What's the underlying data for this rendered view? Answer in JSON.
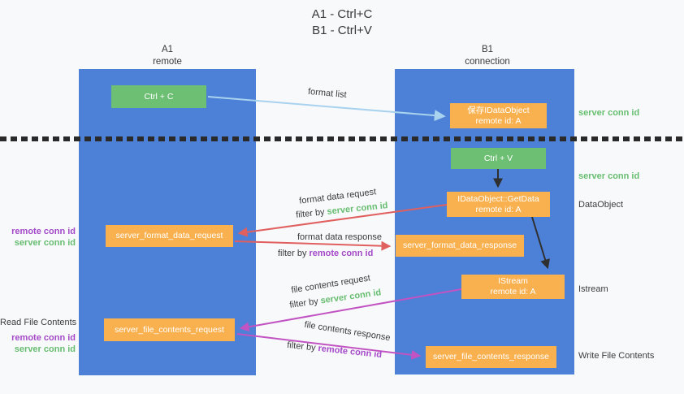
{
  "title": {
    "line1": "A1 - Ctrl+C",
    "line2": "B1 - Ctrl+V"
  },
  "lanes": {
    "left": {
      "title": "A1",
      "subtitle": "remote"
    },
    "right": {
      "title": "B1",
      "subtitle": "connection"
    }
  },
  "nodes": {
    "ctrl_c": {
      "label": "Ctrl + C"
    },
    "save_dataobject": {
      "line1": "保存IDataObject",
      "line2": "remote id: A"
    },
    "ctrl_v": {
      "label": "Ctrl + V"
    },
    "getdata": {
      "line1": "IDataObject::GetData",
      "line2": "remote id: A"
    },
    "server_format_data_request": {
      "label": "server_format_data_request"
    },
    "server_format_data_response": {
      "label": "server_format_data_response"
    },
    "istream": {
      "line1": "IStream",
      "line2": "remote id: A"
    },
    "server_file_contents_request": {
      "label": "server_file_contents_request"
    },
    "server_file_contents_response": {
      "label": "server_file_contents_response"
    }
  },
  "edges": {
    "format_list": {
      "label": "format list"
    },
    "format_data_request": {
      "label": "format data request",
      "filter_prefix": "filter by",
      "filter_key": "server conn id"
    },
    "format_data_response": {
      "label": "format data response",
      "filter_prefix": "filter by",
      "filter_key": "remote conn id"
    },
    "file_contents_request": {
      "label": "file contents request",
      "filter_prefix": "filter by",
      "filter_key": "server conn id"
    },
    "file_contents_response": {
      "label": "file contents response",
      "filter_prefix": "filter by",
      "filter_key": "remote conn id"
    }
  },
  "side_labels": {
    "right_server_conn_id_1": "server conn id",
    "right_server_conn_id_2": "server conn id",
    "dataobject": "DataObject",
    "istream": "Istream",
    "write_file_contents": "Write File Contents",
    "left_remote_conn_id_1": "remote conn id",
    "left_server_conn_id_1": "server conn id",
    "read_file_contents": "Read File Contents",
    "left_remote_conn_id_2": "remote conn id",
    "left_server_conn_id_2": "server conn id"
  },
  "colors": {
    "lane_blue": "#4d81d7",
    "node_green": "#6dbf73",
    "node_orange": "#f9b04e",
    "arrow_lightblue": "#a8d2ee",
    "arrow_red": "#e05f5f",
    "arrow_magenta": "#c253c2",
    "arrow_black": "#2f2f2f",
    "text_green": "#67bd70",
    "text_purple": "#a449c8"
  }
}
